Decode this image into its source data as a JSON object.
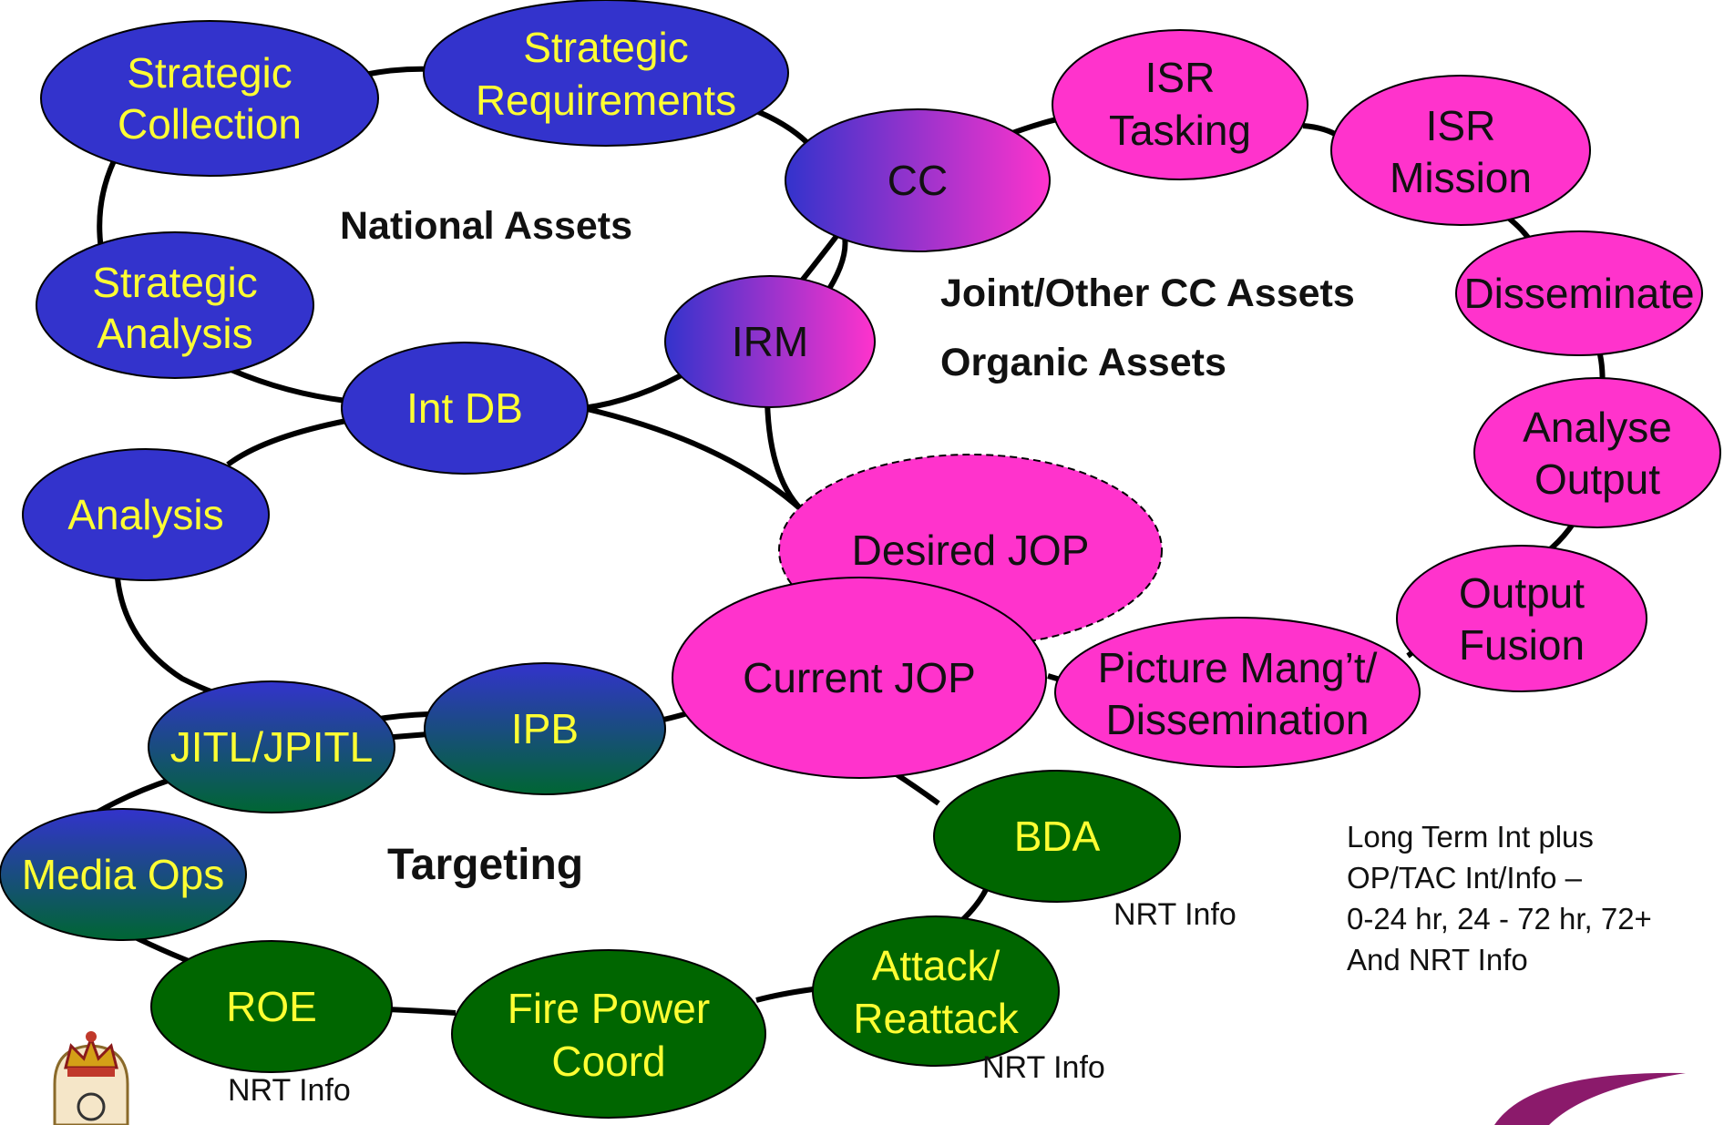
{
  "regions": {
    "national": "National Assets",
    "joint": "Joint/Other CC Assets",
    "organic": "Organic Assets",
    "targeting": "Targeting"
  },
  "nodes": {
    "strategic_collection": [
      "Strategic",
      "Collection"
    ],
    "strategic_requirements": [
      "Strategic",
      "Requirements"
    ],
    "strategic_analysis": [
      "Strategic",
      "Analysis"
    ],
    "int_db": [
      "Int DB"
    ],
    "analysis": [
      "Analysis"
    ],
    "cc": [
      "CC"
    ],
    "irm": [
      "IRM"
    ],
    "isr_tasking": [
      "ISR",
      "Tasking"
    ],
    "isr_mission": [
      "ISR",
      "Mission"
    ],
    "disseminate": [
      "Disseminate"
    ],
    "analyse_output": [
      "Analyse",
      "Output"
    ],
    "output_fusion": [
      "Output",
      "Fusion"
    ],
    "picture_mangt": [
      "Picture Mang’t/",
      "Dissemination"
    ],
    "desired_jop": [
      "Desired JOP"
    ],
    "current_jop": [
      "Current JOP"
    ],
    "jitl": [
      "JITL/JPITL"
    ],
    "ipb": [
      "IPB"
    ],
    "media_ops": [
      "Media Ops"
    ],
    "roe": [
      "ROE"
    ],
    "fire_power": [
      "Fire Power",
      "Coord"
    ],
    "attack": [
      "Attack/",
      "Reattack"
    ],
    "bda": [
      "BDA"
    ]
  },
  "annotations": {
    "nrt_bda": "NRT Info",
    "nrt_attack": "NRT Info",
    "nrt_roe": "NRT Info"
  },
  "note": [
    "Long Term Int plus",
    "OP/TAC Int/Info –",
    "0-24 hr, 24 - 72 hr, 72+",
    "And NRT Info"
  ],
  "colors": {
    "national_blue": "#3333cc",
    "magenta": "#ff33cc",
    "targeting_green": "#006600",
    "label_yellow": "#ffff33"
  }
}
